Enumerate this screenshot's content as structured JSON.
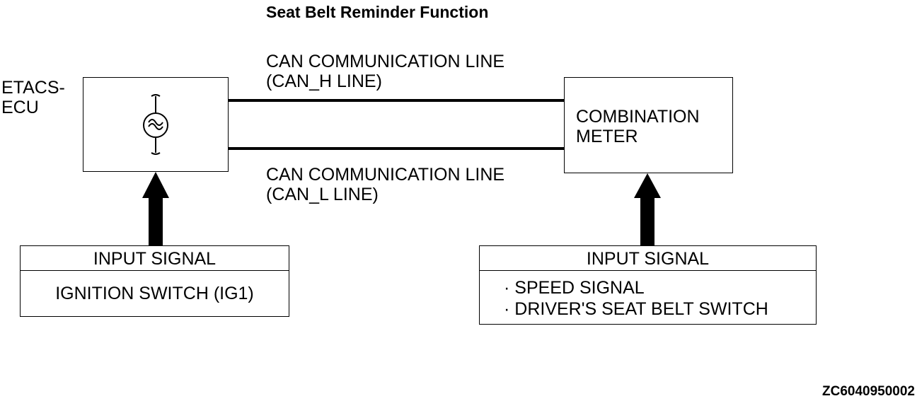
{
  "title": "Seat Belt Reminder Function",
  "etacs_ecu": {
    "label_line1": "ETACS-",
    "label_line2": "ECU"
  },
  "can_h": {
    "line1": "CAN COMMUNICATION LINE",
    "line2": "(CAN_H LINE)"
  },
  "can_l": {
    "line1": "CAN COMMUNICATION LINE",
    "line2": "(CAN_L LINE)"
  },
  "combination_meter": {
    "line1": "COMBINATION",
    "line2": "METER"
  },
  "input_left": {
    "header": "INPUT SIGNAL",
    "items": [
      "IGNITION SWITCH (IG1)"
    ]
  },
  "input_right": {
    "header": "INPUT SIGNAL",
    "items": [
      "· SPEED SIGNAL",
      "· DRIVER'S SEAT BELT SWITCH"
    ]
  },
  "figure_code": "ZC6040950002",
  "icons": {
    "ecu_symbol": "wave-generator-icon",
    "arrows": "up-arrow-icon"
  }
}
